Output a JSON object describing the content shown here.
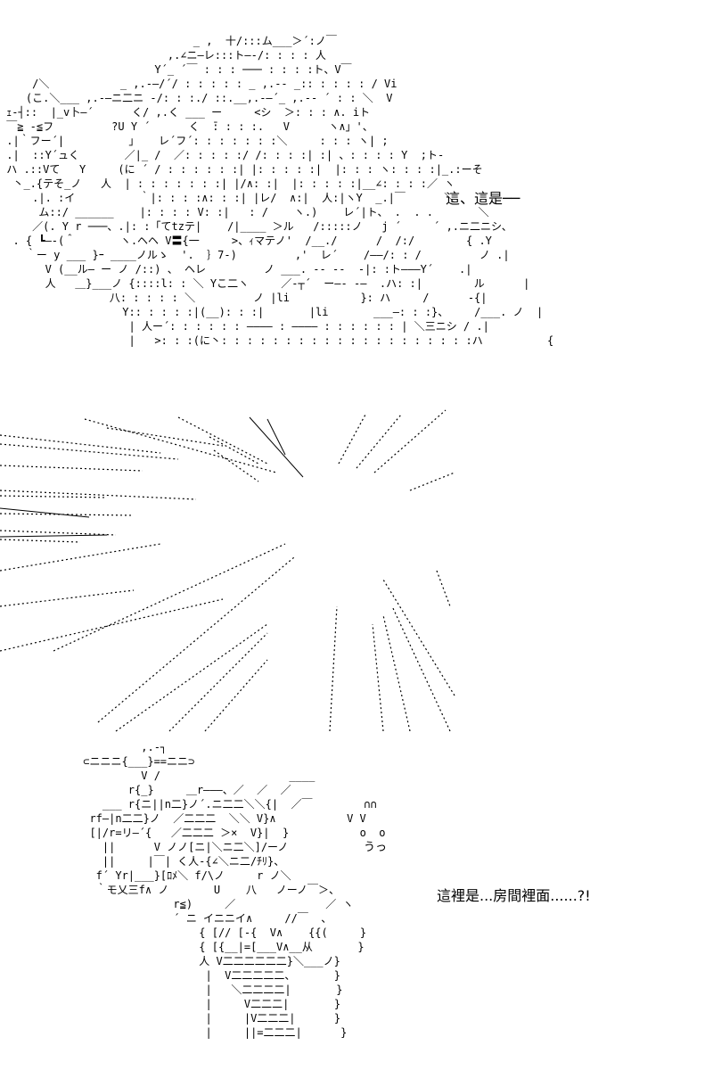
{
  "panels": [
    {
      "caption": "這、這是──"
    },
    {
      "caption": ""
    },
    {
      "caption": "這裡是...房間裡面......?!",
      "sfx": "うっ"
    }
  ]
}
